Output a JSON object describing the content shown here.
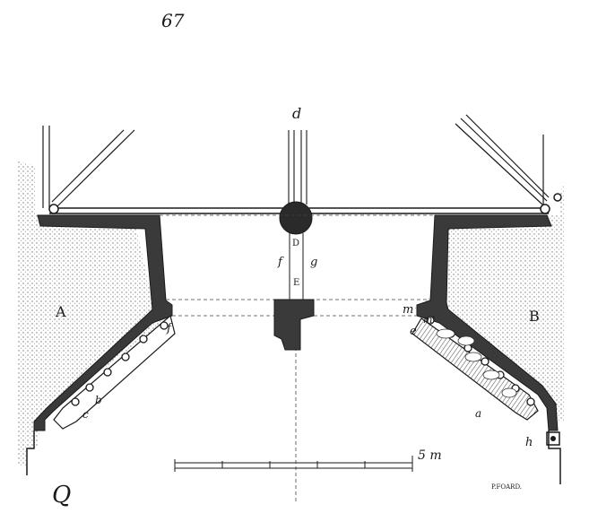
{
  "page_number": "67",
  "labels": {
    "a_upper": "A",
    "b_upper": "B",
    "d_upper": "D",
    "e_upper": "E",
    "d_lower": "d",
    "f_lower": "f",
    "g_lower": "g",
    "m_lower": "m",
    "m_prime": "m'",
    "e_lower": "e",
    "f_left": "f",
    "b_lower": "b",
    "c_lower": "c",
    "a_lower": "a",
    "h_lower": "h"
  },
  "scale": {
    "label": "5 m",
    "ticks": 5
  },
  "engraver": "P.FOARD.",
  "monogram": "Q",
  "colors": {
    "ink": "#1a1a1a",
    "fill_dark": "#3a3a3a",
    "hatch": "#8a8a8a"
  }
}
